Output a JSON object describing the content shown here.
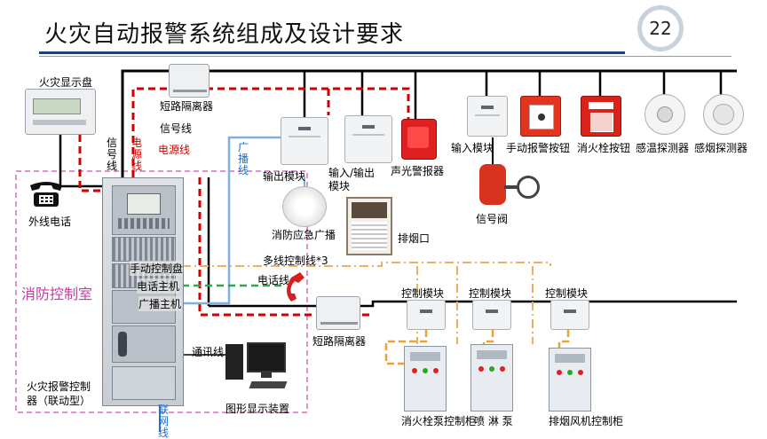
{
  "title": "火灾自动报警系统组成及设计要求",
  "page_number": "22",
  "labels": {
    "fire_display_panel": "火灾显示盘",
    "short_circuit_isolator_top": "短路隔离器",
    "signal_line_top": "信号线",
    "power_line": "电源线",
    "signal_line_vertical": "信号线",
    "power_line_vertical": "电源线",
    "broadcast_line": "广播线",
    "output_module": "输出模块",
    "io_module": "输入/输出模块",
    "sound_light_alarm": "声光警报器",
    "input_module": "输入模块",
    "manual_alarm_button": "手动报警按钮",
    "hydrant_button": "消火栓按钮",
    "heat_detector": "感温探测器",
    "smoke_detector": "感烟探测器",
    "signal_valve": "信号阀",
    "emergency_broadcast": "消防应急广播",
    "smoke_outlet": "排烟口",
    "external_phone": "外线电话",
    "control_room": "消防控制室",
    "manual_control_panel": "手动控制盘",
    "telephone_host": "电话主机",
    "broadcast_host": "广播主机",
    "multi_control_line": "多线控制线*3",
    "phone_line": "电话线",
    "short_circuit_isolator_bottom": "短路隔离器",
    "control_module_1": "控制模块",
    "control_module_2": "控制模块",
    "control_module_3": "控制模块",
    "comm_line": "通讯线",
    "graphic_display": "图形显示装置",
    "fire_alarm_controller": "火灾报警控制器（联动型）",
    "network_line": "联网线",
    "hydrant_pump_cabinet": "消火栓泵控制柜",
    "sprinkler_pump_cabinet": "喷 淋 泵",
    "smoke_fan_cabinet": "排烟风机控制柜"
  },
  "colors": {
    "signal_line": "#000000",
    "power_line": "#d10000",
    "broadcast_line": "#7fb0e0",
    "control_line": "#f0a030",
    "phone_line": "#2aa84a",
    "multi_line": "#e8b060",
    "room_border": "#d070b8",
    "title_rule": "#1e3f7a"
  }
}
